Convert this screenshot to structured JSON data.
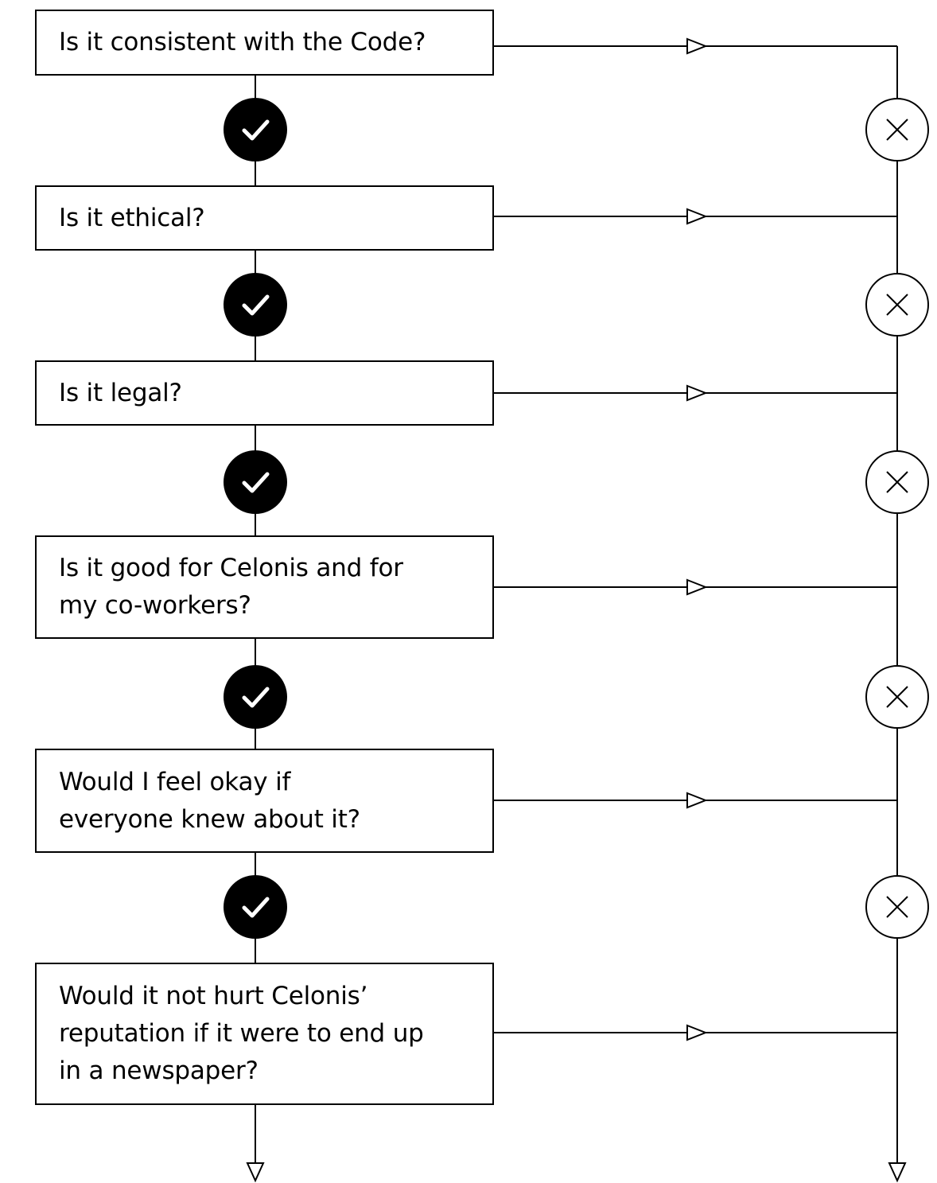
{
  "questions": [
    {
      "text": "Is it consistent with the Code?"
    },
    {
      "text": "Is it ethical?"
    },
    {
      "text": "Is it legal?"
    },
    {
      "text": "Is it good for Celonis and for\nmy co-workers?"
    },
    {
      "text": "Would I feel okay if\neveryone knew about it?"
    },
    {
      "text": "Would it not hurt Celonis’\nreputation if it were to end up\nin a newspaper?"
    }
  ],
  "icons": {
    "yes": "check-icon",
    "no": "x-icon",
    "arrow": "triangle-arrow-icon"
  },
  "colors": {
    "line": "#000000",
    "check_fill": "#000000",
    "check_mark": "#ffffff",
    "background": "#ffffff"
  }
}
